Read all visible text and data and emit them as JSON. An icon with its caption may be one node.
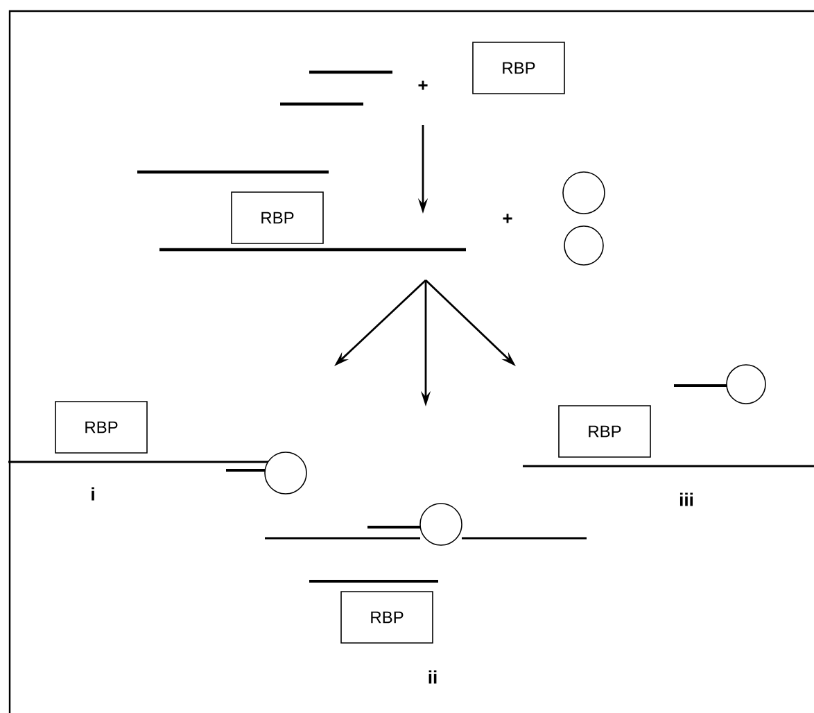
{
  "diagram": {
    "nodes": [
      {
        "text": [
          "RBP"
        ]
      },
      {
        "text": [],
        "shape": "circle"
      },
      {
        "text": [],
        "shape": "circle"
      },
      {
        "text": [
          "RBP"
        ]
      },
      {
        "text": [
          "RBP"
        ]
      },
      {
        "text": [],
        "shape": "circle"
      },
      {
        "text": [],
        "shape": "circle"
      },
      {
        "text": [],
        "shape": "circle"
      },
      {
        "text": [
          "RBP"
        ]
      },
      {
        "text": [
          "RBP"
        ]
      }
    ],
    "labels": [
      "+",
      "+",
      "i",
      "iii",
      "ii"
    ]
  }
}
